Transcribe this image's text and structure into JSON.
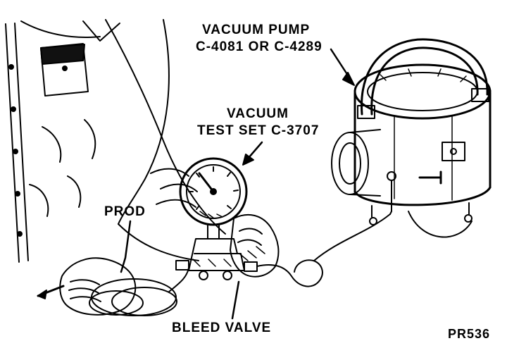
{
  "figure": {
    "code": "PR536",
    "callouts": {
      "vacuum_pump": {
        "line1": "VACUUM PUMP",
        "line2": "C-4081 OR C-4289"
      },
      "vacuum_test_set": {
        "line1": "VACUUM",
        "line2": "TEST SET C-3707"
      },
      "prod": "PROD",
      "bleed_valve": "BLEED VALVE"
    },
    "colors": {
      "ink": "#000000",
      "paper": "#ffffff"
    }
  }
}
